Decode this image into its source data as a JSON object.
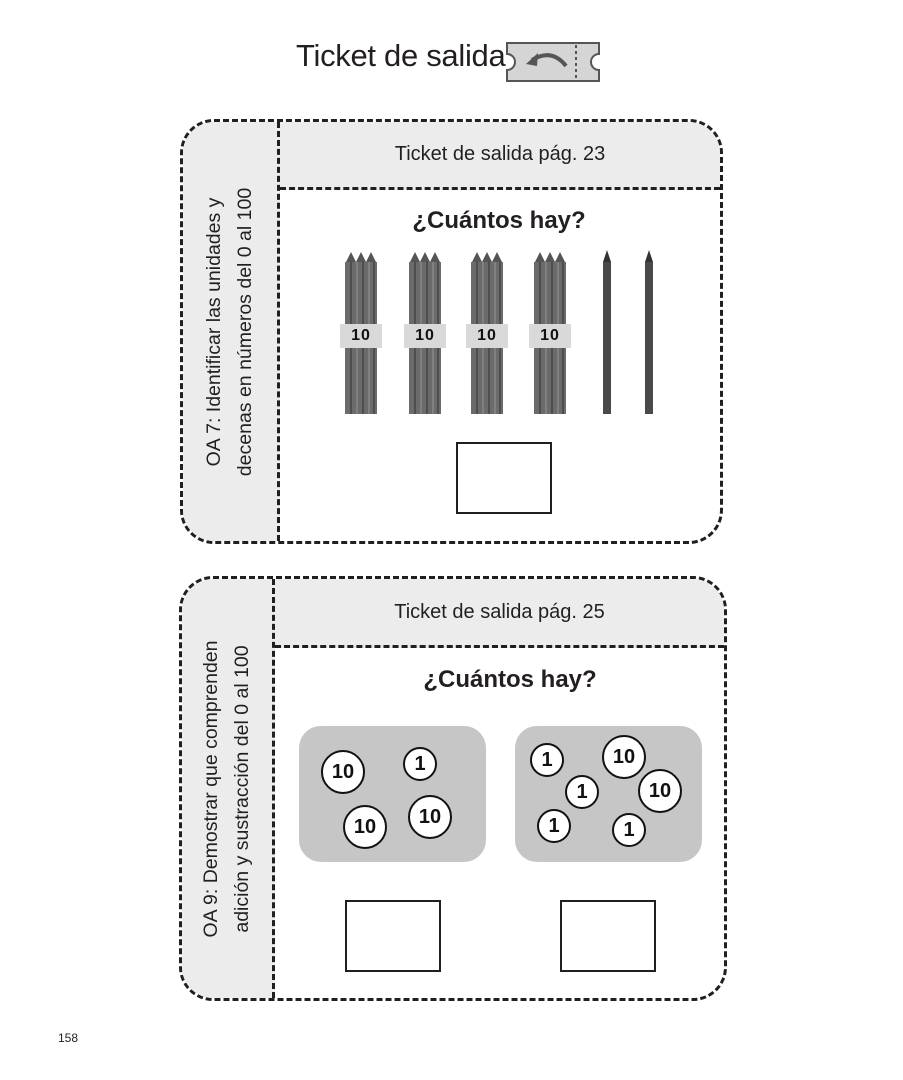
{
  "page": {
    "title": "Ticket de salida",
    "number": "158"
  },
  "cards": [
    {
      "objective_line1": "OA 7: Identificar las unidades y",
      "objective_line2": "decenas en números del 0 al 100",
      "header": "Ticket de salida pág. 23",
      "question": "¿Cuántos hay?",
      "bundles": [
        "10",
        "10",
        "10",
        "10"
      ],
      "single_pencils": 2
    },
    {
      "objective_line1": "OA 9: Demostrar que comprenden",
      "objective_line2": "adición y sustracción del 0 al 100",
      "header": "Ticket de salida pág. 25",
      "question": "¿Cuántos hay?",
      "tray_left_coins": [
        "10",
        "1",
        "10",
        "10"
      ],
      "tray_right_coins": [
        "1",
        "10",
        "1",
        "10",
        "1",
        "1"
      ]
    }
  ],
  "icons": {
    "ticket": "ticket-return-icon"
  }
}
